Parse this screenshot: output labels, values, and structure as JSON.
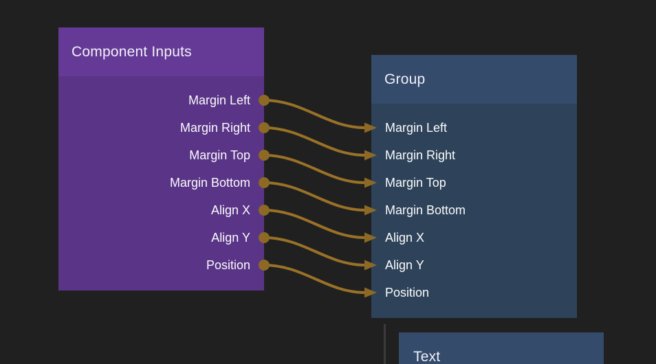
{
  "canvas": {
    "background_color": "#202020"
  },
  "nodes": {
    "component_inputs": {
      "title": "Component Inputs",
      "header_color": "#653a96",
      "body_color": "#5a3487",
      "outputs": [
        "Margin Left",
        "Margin Right",
        "Margin Top",
        "Margin Bottom",
        "Align X",
        "Align Y",
        "Position"
      ]
    },
    "group": {
      "title": "Group",
      "header_color": "#344b6c",
      "body_color": "#2e4359",
      "inputs": [
        "Margin Left",
        "Margin Right",
        "Margin Top",
        "Margin Bottom",
        "Align X",
        "Align Y",
        "Position"
      ]
    },
    "text": {
      "title": "Text",
      "header_color": "#344b6c"
    }
  },
  "connections": [
    {
      "from": "Margin Left",
      "to": "Margin Left"
    },
    {
      "from": "Margin Right",
      "to": "Margin Right"
    },
    {
      "from": "Margin Top",
      "to": "Margin Top"
    },
    {
      "from": "Margin Bottom",
      "to": "Margin Bottom"
    },
    {
      "from": "Align X",
      "to": "Align X"
    },
    {
      "from": "Align Y",
      "to": "Align Y"
    },
    {
      "from": "Position",
      "to": "Position"
    }
  ],
  "wire_color": "#997127",
  "port_color": "#8d6926",
  "pending_wire_color": "#3b3b3b"
}
